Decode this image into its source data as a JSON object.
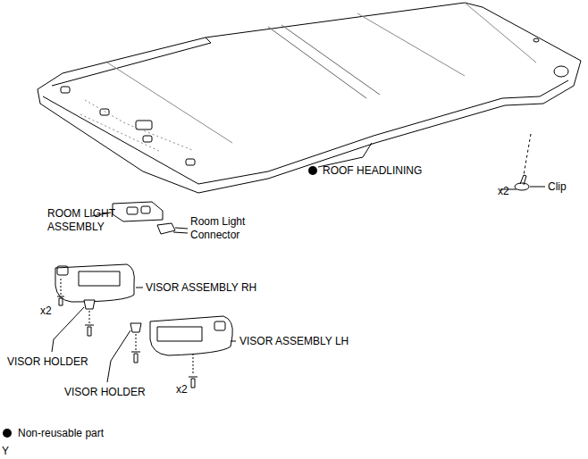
{
  "diagram": {
    "labels": [
      "ROOF HEADLINING",
      "x2",
      "Clip",
      "ROOM LIGHT ASSEMBLY",
      "Room Light Connector",
      "VISOR ASSEMBLY RH",
      "x2",
      "VISOR HOLDER",
      "VISOR ASSEMBLY LH",
      "VISOR HOLDER",
      "x2",
      "Y"
    ],
    "legend": [
      {
        "text": "Non-reusable part"
      }
    ]
  }
}
